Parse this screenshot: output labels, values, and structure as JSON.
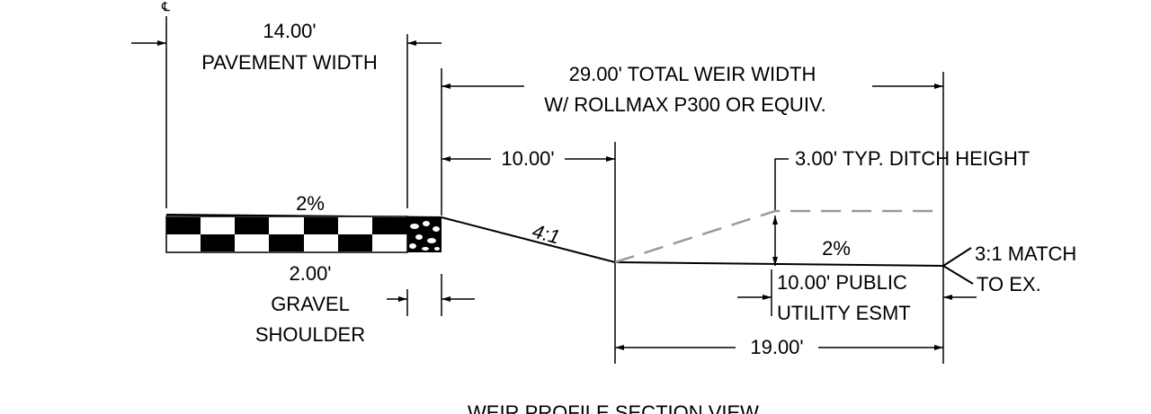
{
  "labels": {
    "centerline": "℄",
    "pavement_dim": "14.00'",
    "pavement_text": "PAVEMENT WIDTH",
    "weir_dim": "29.00' TOTAL WEIR WIDTH",
    "weir_text": "W/ ROLLMAX P300 OR EQUIV.",
    "left_slope_dim": "10.00'",
    "ditch_height": "3.00' TYP. DITCH HEIGHT",
    "pavement_slope": "2%",
    "side_slope": "4:1",
    "bottom_slope": "2%",
    "match_line1": "3:1 MATCH",
    "match_line2": "TO EX.",
    "shoulder_dim": "2.00'",
    "shoulder_text1": "GRAVEL",
    "shoulder_text2": "SHOULDER",
    "esmt_line1": "10.00' PUBLIC",
    "esmt_line2": "UTILITY ESMT",
    "bottom_dim": "19.00'",
    "caption": "WEIR PROFILE SECTION VIEW"
  },
  "colors": {
    "line": "#000000",
    "dashed": "#999999",
    "background": "#ffffff"
  }
}
